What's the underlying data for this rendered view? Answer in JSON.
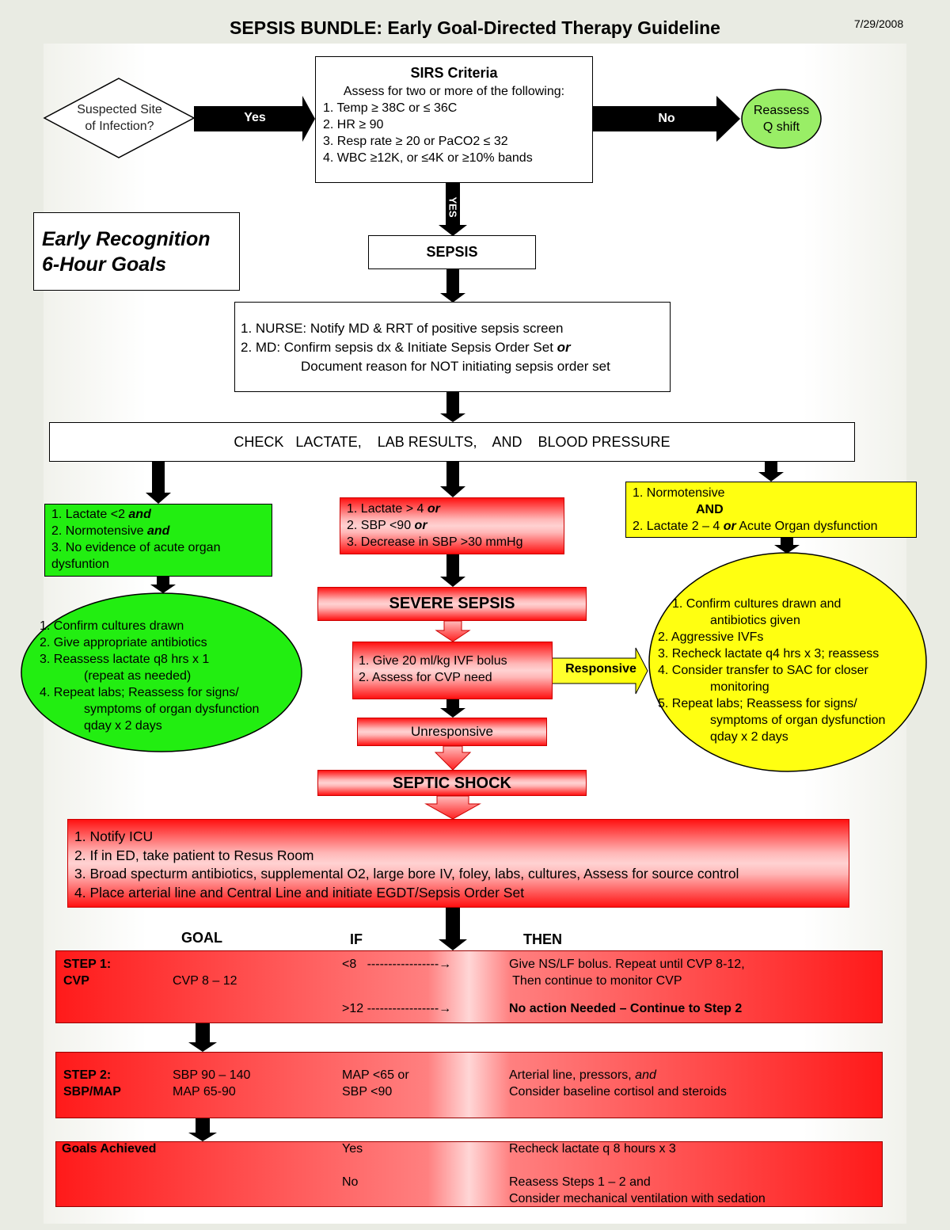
{
  "title": "SEPSIS BUNDLE: Early Goal-Directed Therapy Guideline",
  "date": "7/29/2008",
  "suspected_site": [
    "Suspected Site",
    "of Infection?"
  ],
  "yes_label": "Yes",
  "no_label": "No",
  "yes_vertical": "YES",
  "reassess": [
    "Reassess",
    "Q shift"
  ],
  "sirs": {
    "title": "SIRS Criteria",
    "intro": "Assess for two or more of the following:",
    "items": [
      "1. Temp ≥ 38C or ≤ 36C",
      "2.  HR ≥ 90",
      "3.  Resp rate ≥ 20 or PaCO2 ≤ 32",
      "4.  WBC ≥12K, or ≤4K or ≥10% bands"
    ]
  },
  "early_recognition": [
    "Early Recognition",
    "6-Hour Goals"
  ],
  "sepsis_label": "SEPSIS",
  "notify": {
    "line1": "1.  NURSE:  Notify MD & RRT of positive sepsis screen",
    "line2_pre": " 2. MD:  Confirm sepsis dx & Initiate Sepsis Order Set ",
    "line2_or": "or",
    "line3": "Document reason for NOT initiating sepsis order set"
  },
  "check_bar": "CHECK   LACTATE,    LAB RESULTS,    AND    BLOOD PRESSURE",
  "green_box": {
    "l1_pre": "1. Lactate <2  ",
    "l1_em": "and",
    "l2_pre": "2. Normotensive ",
    "l2_em": "and",
    "l3": "3. No evidence of acute organ",
    "l4": "dysfuntion"
  },
  "red_criteria": {
    "l1_pre": "1. Lactate > 4 ",
    "l1_em": "or",
    "l2_pre": "2. SBP <90 ",
    "l2_em": "or",
    "l3": "3. Decrease in SBP >30 mmHg"
  },
  "yellow_box": {
    "l1": "1. Normotensive",
    "l2": "AND",
    "l3_pre": "2. Lactate 2 – 4 ",
    "l3_em": "or",
    "l3_post": " Acute Organ dysfunction"
  },
  "green_oval": [
    "1.  Confirm cultures drawn",
    "2.  Give appropriate antibiotics",
    "3.  Reassess lactate q8 hrs x 1",
    "(repeat as needed)",
    "4. Repeat labs; Reassess for signs/",
    "symptoms of organ dysfunction",
    "qday x 2 days"
  ],
  "yellow_oval": [
    "1. Confirm cultures drawn and",
    "antibiotics given",
    "2.  Aggressive IVFs",
    "3. Recheck lactate q4 hrs x 3; reassess",
    "4. Consider transfer to SAC for closer",
    "monitoring",
    "5. Repeat labs; Reassess for signs/",
    "symptoms of organ dysfunction",
    "qday x 2 days"
  ],
  "severe_sepsis": "SEVERE SEPSIS",
  "bolus": [
    "1. Give 20 ml/kg IVF bolus",
    "2. Assess for CVP need"
  ],
  "responsive": "Responsive",
  "unresponsive": "Unresponsive",
  "septic_shock": "SEPTIC SHOCK",
  "icu": [
    "1. Notify ICU",
    "2. If in ED, take patient to Resus Room",
    "3. Broad specturm antibiotics, supplemental O2, large bore IV, foley, labs, cultures, Assess for source control",
    "4. Place arterial line and Central Line and initiate EGDT/Sepsis Order Set"
  ],
  "headers": {
    "goal": "GOAL",
    "if": "IF",
    "then": "THEN"
  },
  "step1": {
    "label1": "STEP 1:",
    "label2": "CVP",
    "goal": "CVP 8 – 12",
    "if1": "<8   -----------------→",
    "if2": ">12 -----------------→",
    "then1": "Give NS/LF bolus. Repeat until CVP 8-12,",
    "then2": " Then continue to monitor CVP",
    "then3": "No action Needed – Continue to Step 2"
  },
  "step2": {
    "label1": "STEP 2:",
    "label2": "SBP/MAP",
    "goal1": "SBP 90 – 140",
    "goal2": "MAP 65-90",
    "if1": "MAP <65 or",
    "if2": "SBP <90",
    "then1_pre": "Arterial line, pressors, ",
    "then1_em": "and",
    "then2": "Consider baseline cortisol and steroids"
  },
  "goals": {
    "label": "Goals Achieved",
    "yes": "Yes",
    "no": "No",
    "then_yes": "Recheck lactate q 8 hours x 3",
    "then_no1": "Reasess Steps 1 – 2 and",
    "then_no2": "Consider mechanical ventilation with sedation"
  },
  "colors": {
    "green": "#22ee11",
    "yellow": "#ffff11",
    "red": "#ff1111",
    "reassess_green": "#99ee66"
  }
}
